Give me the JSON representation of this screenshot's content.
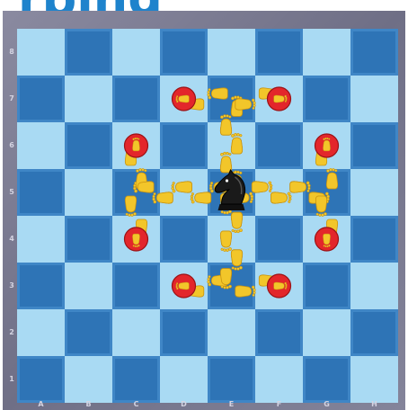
{
  "title": "rping",
  "board": {
    "files": [
      "A",
      "B",
      "C",
      "D",
      "E",
      "F",
      "G",
      "H"
    ],
    "ranks": [
      "8",
      "7",
      "6",
      "5",
      "4",
      "3",
      "2",
      "1"
    ],
    "piece": {
      "type": "knight",
      "color": "black",
      "square": "E5"
    },
    "target_squares": [
      "D7",
      "F7",
      "C6",
      "G6",
      "C4",
      "G4",
      "D3",
      "F3"
    ],
    "path_style": "yellow footprints",
    "colors": {
      "light_square": "#a9daf3",
      "dark_square": "#2e74b6",
      "frame": "#777790",
      "title": "#1e83cc",
      "footprint": "#f2c62a",
      "target_marker": "#e3262b"
    }
  }
}
